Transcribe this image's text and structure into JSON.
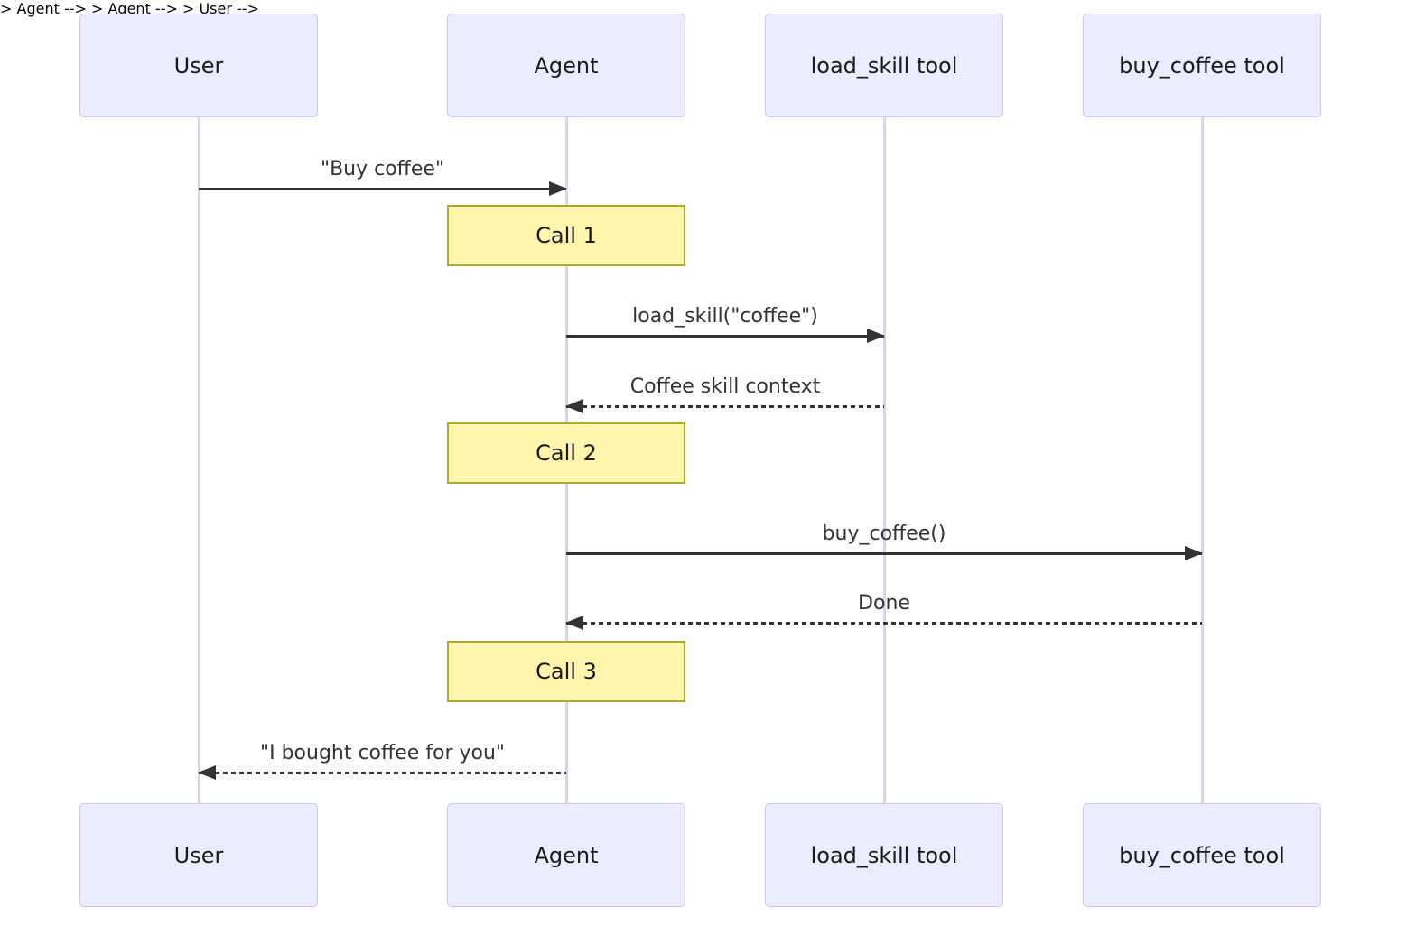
{
  "diagram": {
    "type": "sequence",
    "participants": [
      {
        "id": "user",
        "label": "User"
      },
      {
        "id": "agent",
        "label": "Agent"
      },
      {
        "id": "load_skill",
        "label": "load_skill tool"
      },
      {
        "id": "buy_coffee",
        "label": "buy_coffee tool"
      }
    ],
    "messages": [
      {
        "from": "user",
        "to": "agent",
        "style": "solid",
        "label": "\"Buy coffee\""
      },
      {
        "from": "agent",
        "to": "load_skill",
        "style": "solid",
        "label": "load_skill(\"coffee\")"
      },
      {
        "from": "load_skill",
        "to": "agent",
        "style": "dashed",
        "label": "Coffee skill context"
      },
      {
        "from": "agent",
        "to": "buy_coffee",
        "style": "solid",
        "label": "buy_coffee()"
      },
      {
        "from": "buy_coffee",
        "to": "agent",
        "style": "dashed",
        "label": "Done"
      },
      {
        "from": "agent",
        "to": "user",
        "style": "dashed",
        "label": "\"I bought coffee for you\""
      }
    ],
    "notes": [
      {
        "over": "agent",
        "label": "Call 1"
      },
      {
        "over": "agent",
        "label": "Call 2"
      },
      {
        "over": "agent",
        "label": "Call 3"
      }
    ],
    "colors": {
      "actor_fill": "#ECECFF",
      "actor_border": "#CCC6EC",
      "actor_text": "#1A1A1A",
      "lifeline": "#DAD3EC",
      "note_fill": "#FFF5AD",
      "note_border": "#AAAA33",
      "message_color": "#333333",
      "text_color": "#333333",
      "background": "#FFFFFF"
    }
  }
}
